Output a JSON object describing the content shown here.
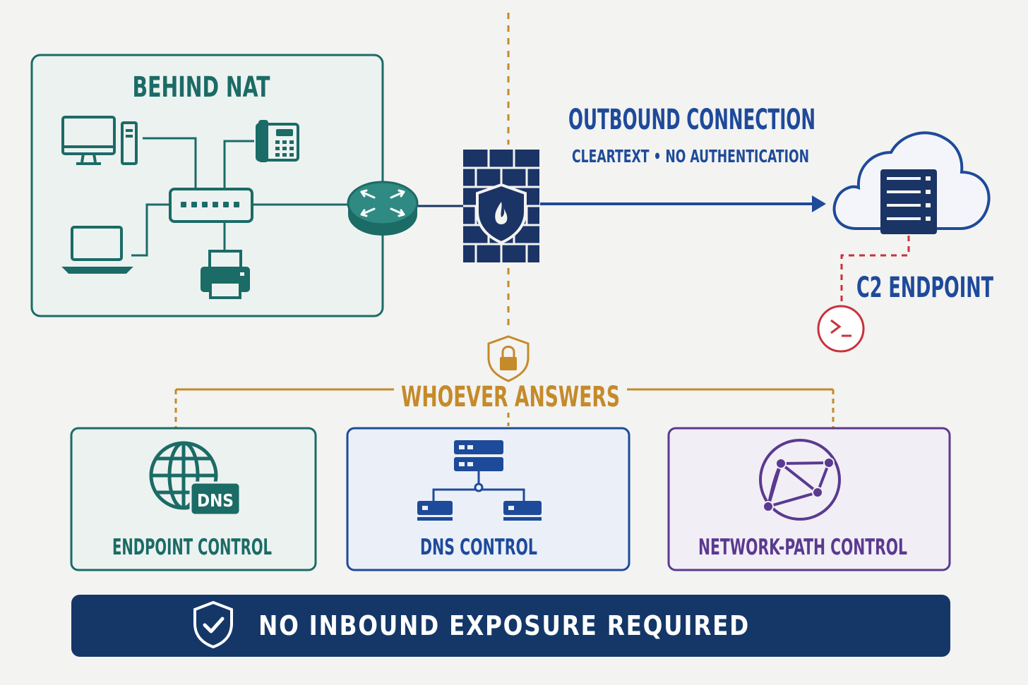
{
  "colors": {
    "teal": "#1b6b66",
    "blue": "#1e4a9a",
    "navy": "#1b3466",
    "amber": "#c58a2a",
    "purple": "#5a3a8f",
    "red": "#c8323c",
    "banner": "#143768"
  },
  "lan": {
    "title": "BEHIND NAT",
    "devices": [
      "desktop-icon",
      "desk-phone-icon",
      "laptop-icon",
      "printer-icon",
      "switch-icon"
    ]
  },
  "router": {
    "icon": "router-icon"
  },
  "firewall": {
    "icon": "firewall-icon"
  },
  "connection": {
    "title": "OUTBOUND CONNECTION",
    "subtitle": "CLEARTEXT • NO AUTHENTICATION"
  },
  "c2": {
    "label": "C2 ENDPOINT",
    "icons": [
      "cloud-server-icon",
      "terminal-icon"
    ]
  },
  "answer": {
    "title": "WHOEVER ANSWERS",
    "icon": "lock-shield-icon"
  },
  "controls": [
    {
      "label": "ENDPOINT CONTROL",
      "badge": "DNS",
      "icon": "globe-dns-icon"
    },
    {
      "label": "DNS CONTROL",
      "icon": "server-tree-icon"
    },
    {
      "label": "NETWORK-PATH CONTROL",
      "icon": "network-globe-icon"
    }
  ],
  "banner": {
    "text": "NO INBOUND EXPOSURE REQUIRED",
    "icon": "check-shield-icon"
  }
}
